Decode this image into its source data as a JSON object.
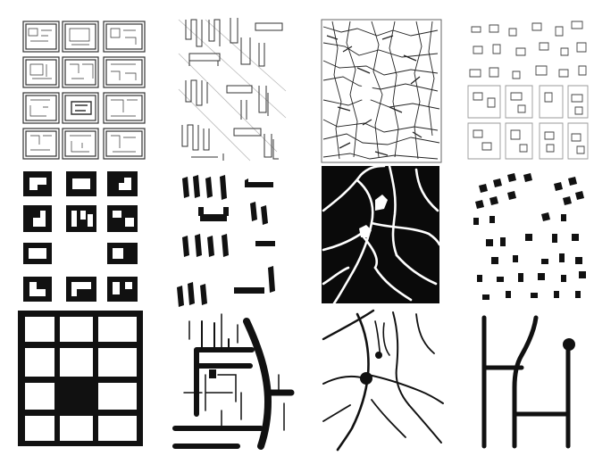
{
  "figure": {
    "columns": [
      {
        "id": "grid-city",
        "rows": [
          "hand-drawn-plan",
          "building-figure-ground",
          "street-network"
        ]
      },
      {
        "id": "modernist-blocks",
        "rows": [
          "hand-drawn-plan",
          "building-figure-ground",
          "street-network"
        ]
      },
      {
        "id": "organic-town",
        "rows": [
          "hand-drawn-plan",
          "street-figure-ground",
          "street-network"
        ]
      },
      {
        "id": "suburban-cluster",
        "rows": [
          "hand-drawn-plan",
          "building-figure-ground",
          "street-network"
        ]
      }
    ]
  },
  "colors": {
    "ink": "#111111",
    "paper": "#ffffff",
    "sketch": "#333333"
  }
}
